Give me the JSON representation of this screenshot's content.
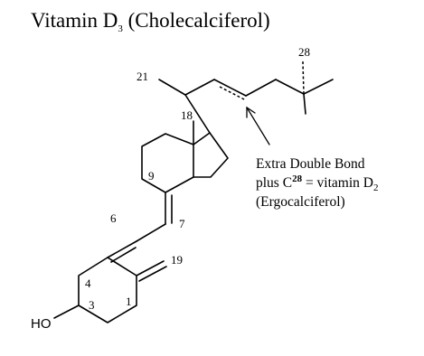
{
  "title": {
    "main": "Vitamin D",
    "sub": "3",
    "rest": " (Cholecalciferol)"
  },
  "atom_labels": {
    "c21": "21",
    "c28": "28",
    "c18": "18",
    "c9": "9",
    "c7": "7",
    "c6": "6",
    "c19": "19",
    "c4": "4",
    "c3": "3",
    "c1": "1",
    "hydroxyl": "HO"
  },
  "annotation": {
    "line1": "Extra Double Bond",
    "line2_pre": "plus C",
    "line2_sup": "28",
    "line2_post": " = vitamin D",
    "line2_sub": "2",
    "line3": "(Ergocalciferol)"
  },
  "colors": {
    "ink": "#000000",
    "background": "#ffffff"
  }
}
